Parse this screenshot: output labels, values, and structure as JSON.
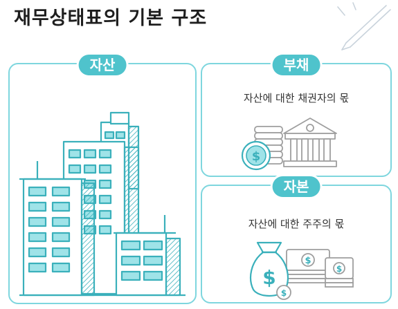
{
  "title": "재무상태표의 기본 구조",
  "asset": {
    "label": "자산",
    "icon": "buildings-icon"
  },
  "liability": {
    "label": "부채",
    "description": "자산에 대한 채권자의 몫",
    "icon": "bank-icon"
  },
  "equity": {
    "label": "자본",
    "description": "자산에 대한 주주의 몫",
    "icon": "money-bag-icon"
  },
  "colors": {
    "accent": "#4fc3cc",
    "border": "#7ed6de",
    "line": "#3ab0bb",
    "fill": "#9fe3e8",
    "gray": "#bdbdbd"
  }
}
